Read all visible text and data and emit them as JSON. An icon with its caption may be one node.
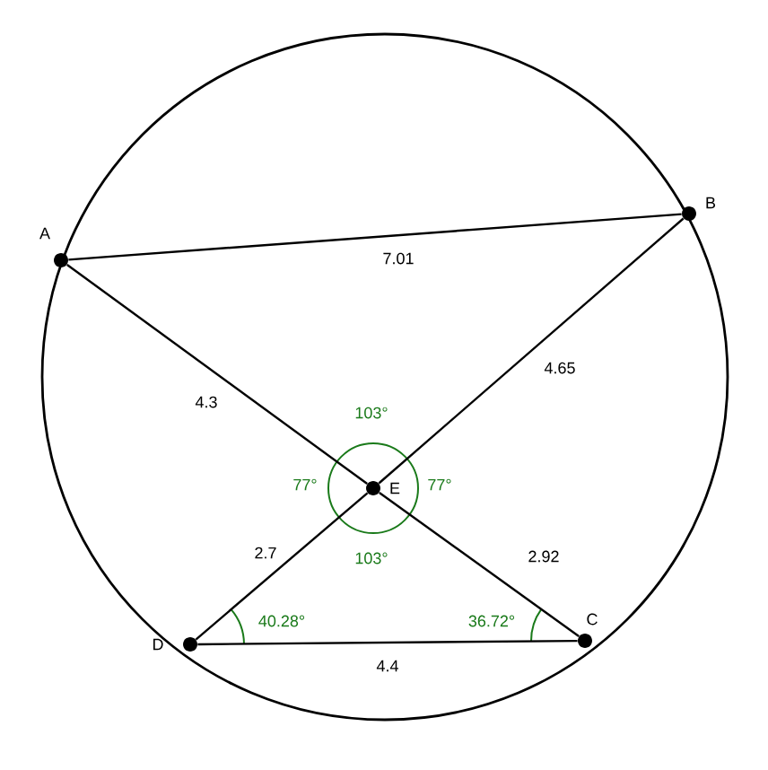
{
  "diagram": {
    "nodes": [
      {
        "text": [
          "A"
        ]
      },
      {
        "text": [
          "B"
        ]
      },
      {
        "text": [
          "C"
        ]
      },
      {
        "text": [
          "D"
        ]
      },
      {
        "text": [
          "E"
        ]
      }
    ],
    "edges": [
      {
        "from": 0,
        "to": 1,
        "arrow": "none",
        "label": "7.01"
      },
      {
        "from": 0,
        "to": 4,
        "arrow": "none",
        "label": "4.3"
      },
      {
        "from": 4,
        "to": 1,
        "arrow": "none",
        "label": "4.65"
      },
      {
        "from": 3,
        "to": 4,
        "arrow": "none",
        "label": "2.7"
      },
      {
        "from": 4,
        "to": 2,
        "arrow": "none",
        "label": "2.92"
      },
      {
        "from": 3,
        "to": 2,
        "arrow": "none",
        "label": "4.4"
      }
    ],
    "labels": [
      "103°",
      "77°",
      "77°",
      "103°",
      "40.28°",
      "36.72°"
    ]
  }
}
